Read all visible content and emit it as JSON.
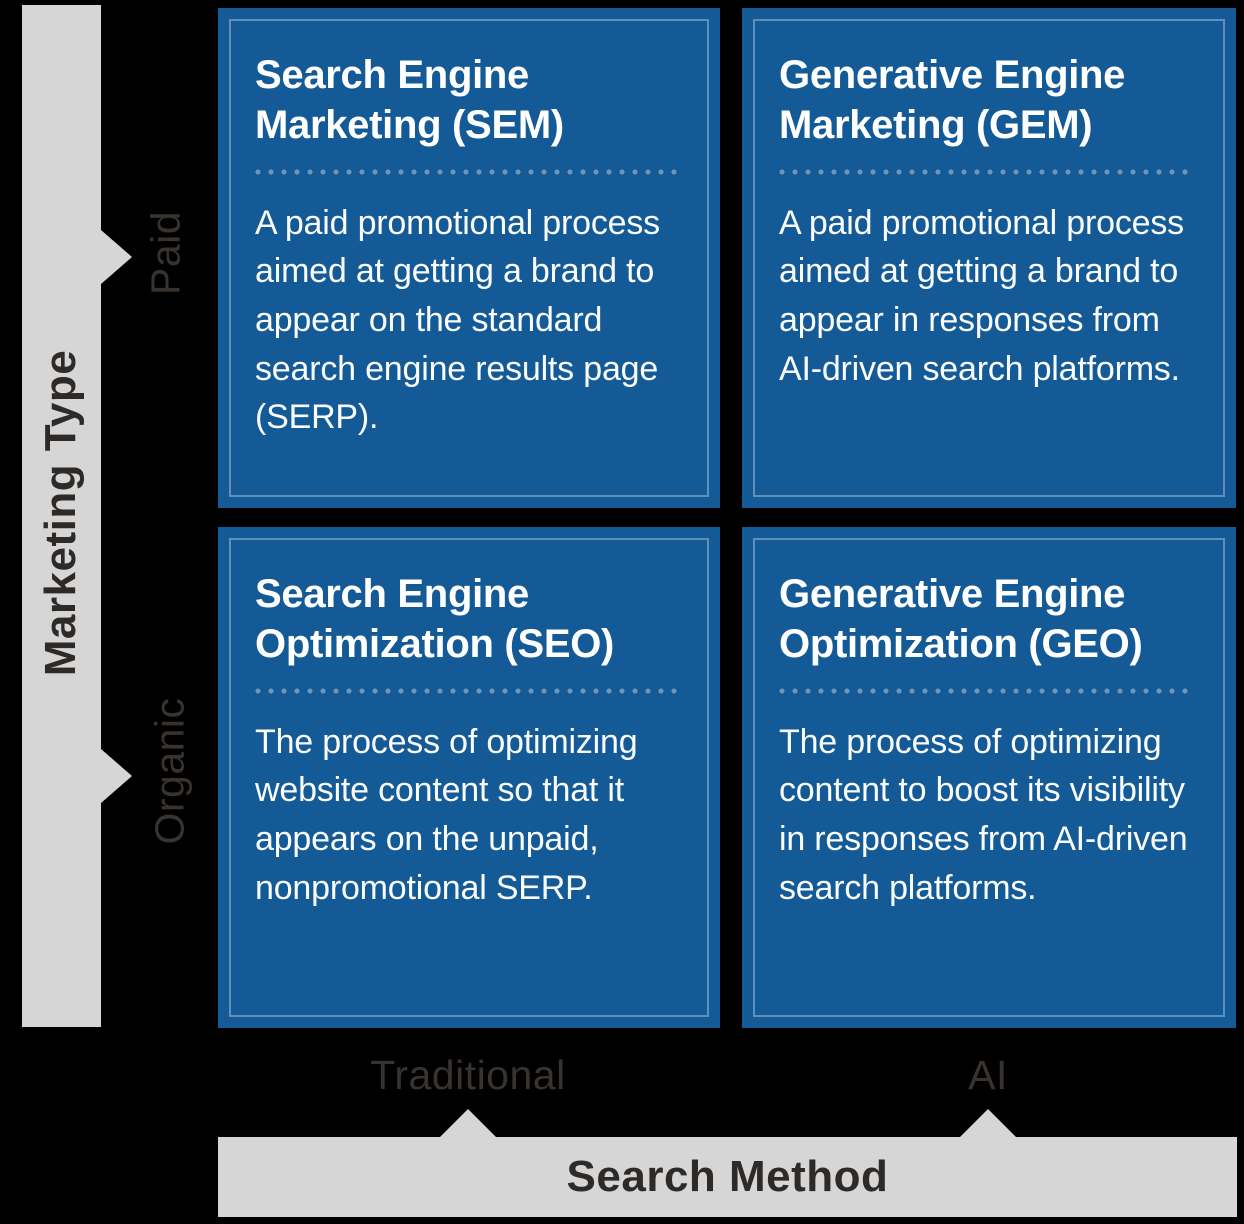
{
  "colors": {
    "background": "#000000",
    "quadrant_blue": "#135a96",
    "inner_frame": "rgba(255,255,255,0.33)",
    "axis_bar_gray": "#d6d6d6",
    "axis_title_text": "#2e2a27",
    "axis_label_text": "#38332f",
    "divider_dots": "#6f94b6",
    "cell_text": "#ffffff"
  },
  "y_axis": {
    "title": "Marketing Type",
    "top_label": "Paid",
    "bottom_label": "Organic"
  },
  "x_axis": {
    "title": "Search Method",
    "left_label": "Traditional",
    "right_label": "AI"
  },
  "quadrants": [
    {
      "id": "sem",
      "title": "Search Engine Marketing (SEM)",
      "description": "A paid promotional process aimed at getting a brand to appear on the standard search engine results page (SERP)."
    },
    {
      "id": "gem",
      "title": "Generative Engine Marketing (GEM)",
      "description": "A paid promotional process aimed at getting a brand to appear in responses from AI-driven search platforms."
    },
    {
      "id": "seo",
      "title": "Search Engine Optimization (SEO)",
      "description": "The process of optimizing website content so that it appears on the unpaid, nonpromotional SERP."
    },
    {
      "id": "geo",
      "title": "Generative Engine Optimization (GEO)",
      "description": "The process of optimizing content to boost its visibility in responses from AI-driven search platforms."
    }
  ]
}
